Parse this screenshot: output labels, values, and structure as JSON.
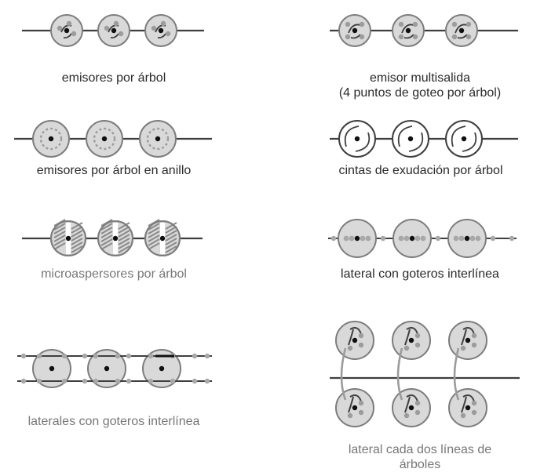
{
  "colors": {
    "ink": "#2a2a2a",
    "line": "#3f3f3f",
    "circle_fill": "#d9d9d9",
    "circle_stroke": "#7d7d7d",
    "dot": "#101010",
    "emitter": "#9c9c9c",
    "hatch": "#8a8a8a",
    "dripper": "#a8a8a8"
  },
  "panels": [
    {
      "id": "p1",
      "caption": [
        "emisores por árbol"
      ],
      "icon": "tree-emitters-pair"
    },
    {
      "id": "p2",
      "caption": [
        "emisor multisalida",
        "(4 puntos de goteo por árbol)"
      ],
      "icon": "multi-outlet-emitter"
    },
    {
      "id": "p3",
      "caption": [
        "emisores por árbol en anillo"
      ],
      "icon": "ring-emitters"
    },
    {
      "id": "p4",
      "caption": [
        "cintas de exudación por árbol"
      ],
      "icon": "exudation-tape"
    },
    {
      "id": "p5",
      "caption": [
        "microaspersores por árbol"
      ],
      "icon": "micro-sprinkler"
    },
    {
      "id": "p6",
      "caption": [
        "lateral con goteros interlínea"
      ],
      "icon": "inline-dripper-lateral"
    },
    {
      "id": "p7",
      "caption": [
        "laterales con goteros interlínea"
      ],
      "icon": "double-inline-lateral"
    },
    {
      "id": "p8",
      "caption": [
        "lateral cada dos líneas de",
        "árboles"
      ],
      "icon": "lateral-two-tree-rows"
    }
  ]
}
